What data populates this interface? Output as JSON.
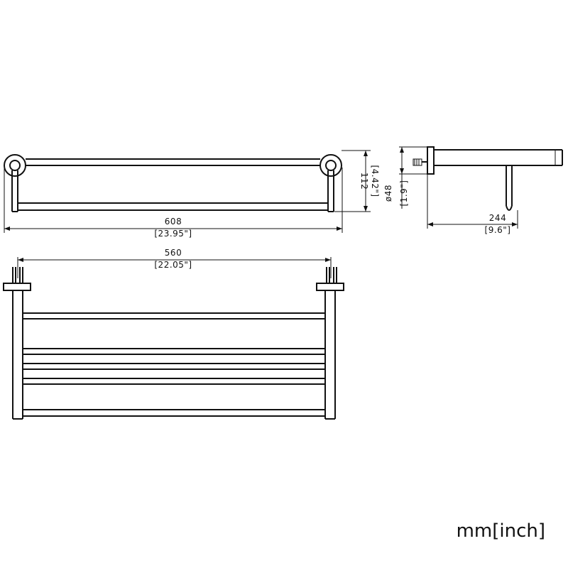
{
  "dimensions": {
    "width_overall_mm": "608",
    "width_overall_in": "[23.95\"]",
    "height_mm": "112",
    "height_in": "[4.42\"]",
    "flange_dia_mm": "ø48",
    "flange_dia_in": "[1.9\"]",
    "depth_mm": "244",
    "depth_in": "[9.6\"]",
    "mount_centers_mm": "560",
    "mount_centers_in": "[22.05\"]"
  },
  "units_label": "mm[inch]"
}
